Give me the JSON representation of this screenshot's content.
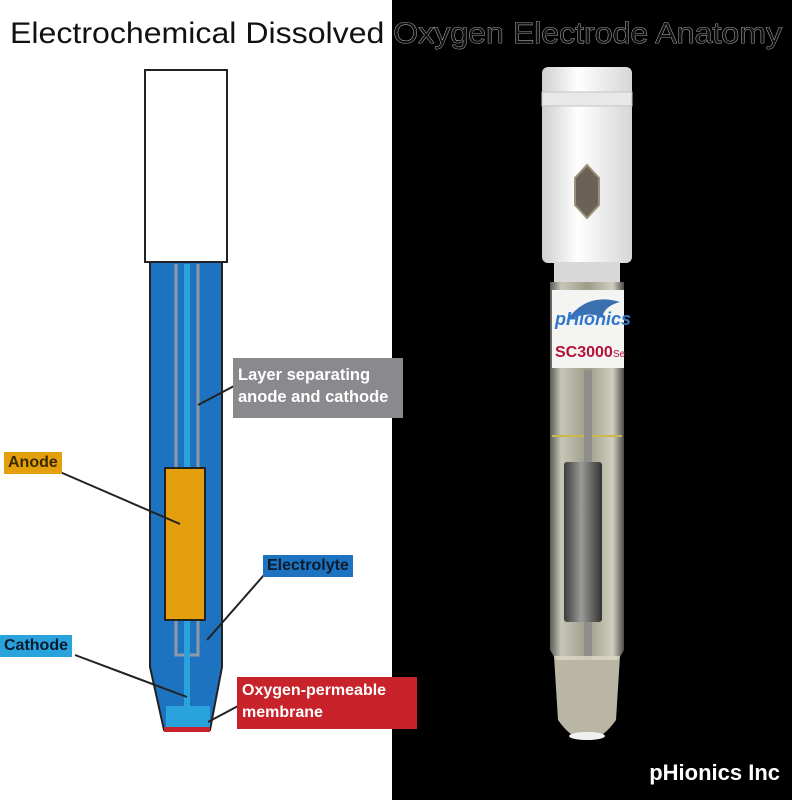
{
  "title": "Electrochemical Dissolved Oxygen Electrode Anatomy",
  "labels": {
    "layer_line1": "Layer separating",
    "layer_line2": "anode and cathode",
    "anode": "Anode",
    "electrolyte": "Electrolyte",
    "cathode": "Cathode",
    "membrane_line1": "Oxygen-permeable",
    "membrane_line2": "membrane"
  },
  "photo": {
    "brand_logo": "pHionics",
    "model": "SC3000",
    "model_suffix": "Se"
  },
  "credit": "pHionics Inc",
  "colors": {
    "layer": "#8a8a8e",
    "anode": "#e4a00c",
    "electrolyte": "#1d73bf",
    "cathode": "#2aa3dc",
    "membrane": "#c8232b",
    "background_left": "#ffffff",
    "background_right": "#000000"
  }
}
